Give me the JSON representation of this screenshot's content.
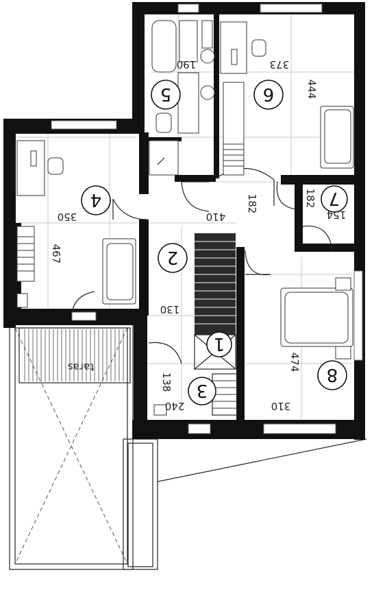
{
  "rooms": [
    {
      "number": "2"
    },
    {
      "number": "3"
    },
    {
      "number": "4"
    },
    {
      "number": "5"
    },
    {
      "number": "6"
    },
    {
      "number": "7"
    },
    {
      "number": "8"
    }
  ],
  "stair_number": "1",
  "dimensions": {
    "d_373": "373",
    "d_190": "190",
    "d_444": "444",
    "d_350": "350",
    "d_410": "410",
    "d_182a": "182",
    "d_182b": "182",
    "d_154": "154",
    "d_467": "467",
    "d_130": "130",
    "d_138": "138",
    "d_240": "240",
    "d_474": "474",
    "d_310": "310"
  },
  "terrace_label": "taras"
}
